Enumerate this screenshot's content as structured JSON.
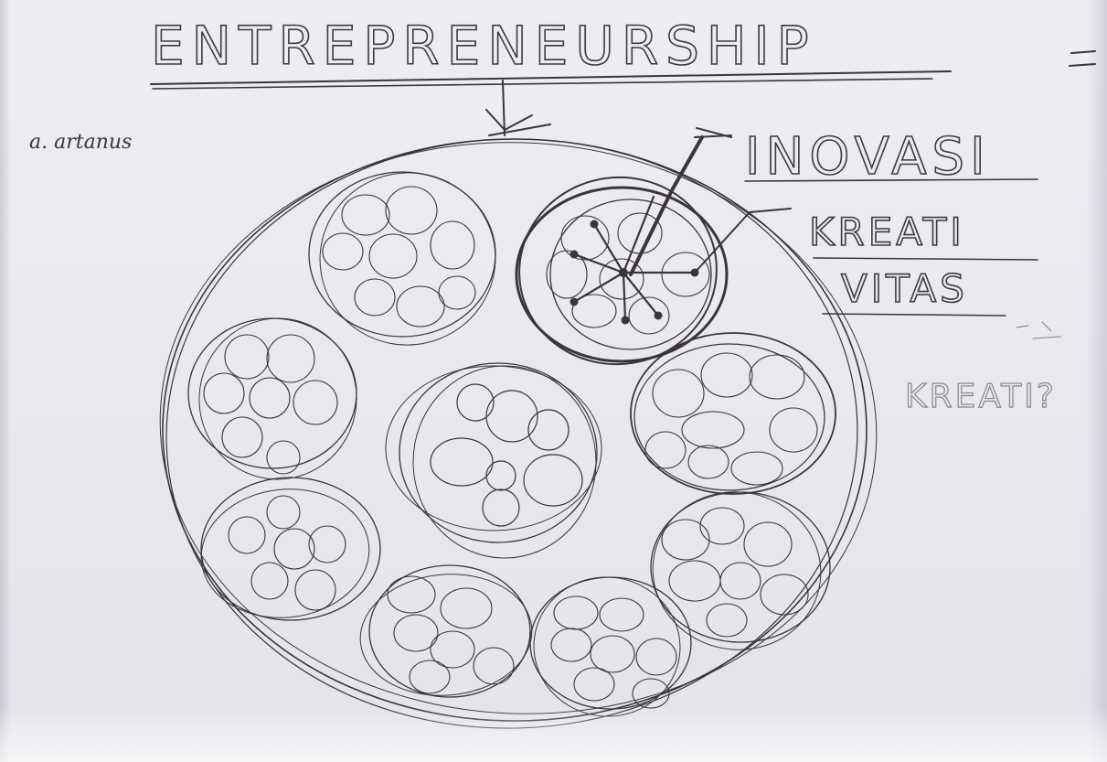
{
  "sketch": {
    "title": "ENTREPRENEURSHIP",
    "author_signature": "a. artanus",
    "labels": {
      "innovation": "INOVASI",
      "creativity_line1": "KREATI",
      "creativity_line2": "VITAS",
      "faint_note": "KREATI?"
    }
  }
}
